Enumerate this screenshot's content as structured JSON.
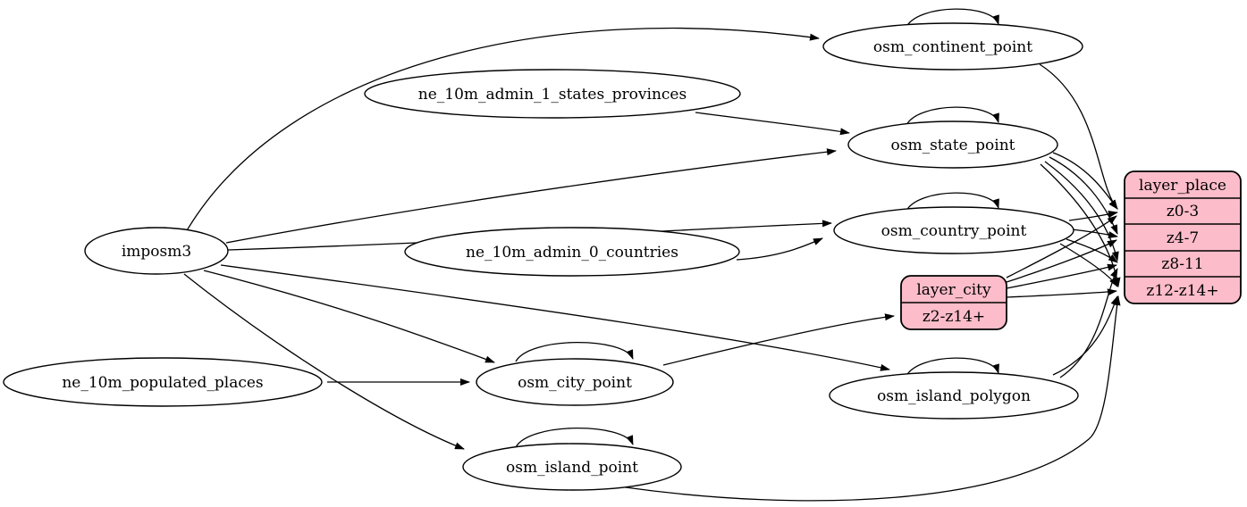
{
  "colors": {
    "background": "#ffffff",
    "node_fill": "#ffffff",
    "record_fill": "#fcbcc9",
    "stroke": "#000000"
  },
  "nodes": {
    "imposm3": {
      "label": "imposm3"
    },
    "ne_10m_admin_1_states_provinces": {
      "label": "ne_10m_admin_1_states_provinces"
    },
    "ne_10m_admin_0_countries": {
      "label": "ne_10m_admin_0_countries"
    },
    "ne_10m_populated_places": {
      "label": "ne_10m_populated_places"
    },
    "osm_continent_point": {
      "label": "osm_continent_point"
    },
    "osm_state_point": {
      "label": "osm_state_point"
    },
    "osm_country_point": {
      "label": "osm_country_point"
    },
    "osm_city_point": {
      "label": "osm_city_point"
    },
    "osm_island_polygon": {
      "label": "osm_island_polygon"
    },
    "osm_island_point": {
      "label": "osm_island_point"
    }
  },
  "records": {
    "layer_city": {
      "title": "layer_city",
      "rows": [
        "z2-z14+"
      ]
    },
    "layer_place": {
      "title": "layer_place",
      "rows": [
        "z0-3",
        "z4-7",
        "z8-11",
        "z12-z14+"
      ]
    }
  },
  "edges": [
    {
      "from": "imposm3",
      "to": "osm_continent_point"
    },
    {
      "from": "imposm3",
      "to": "osm_state_point"
    },
    {
      "from": "imposm3",
      "to": "osm_country_point"
    },
    {
      "from": "imposm3",
      "to": "osm_city_point"
    },
    {
      "from": "imposm3",
      "to": "osm_island_polygon"
    },
    {
      "from": "imposm3",
      "to": "osm_island_point"
    },
    {
      "from": "ne_10m_admin_1_states_provinces",
      "to": "osm_state_point"
    },
    {
      "from": "ne_10m_admin_0_countries",
      "to": "osm_country_point"
    },
    {
      "from": "ne_10m_populated_places",
      "to": "osm_city_point"
    },
    {
      "from": "osm_continent_point",
      "to": "osm_continent_point"
    },
    {
      "from": "osm_state_point",
      "to": "osm_state_point"
    },
    {
      "from": "osm_country_point",
      "to": "osm_country_point"
    },
    {
      "from": "osm_city_point",
      "to": "osm_city_point"
    },
    {
      "from": "osm_island_polygon",
      "to": "osm_island_polygon"
    },
    {
      "from": "osm_island_point",
      "to": "osm_island_point"
    },
    {
      "from": "osm_continent_point",
      "to": "layer_place:z0-3"
    },
    {
      "from": "osm_state_point",
      "to": "layer_place:z0-3"
    },
    {
      "from": "osm_state_point",
      "to": "layer_place:z4-7"
    },
    {
      "from": "osm_state_point",
      "to": "layer_place:z8-11"
    },
    {
      "from": "osm_state_point",
      "to": "layer_place:z12-z14+"
    },
    {
      "from": "osm_country_point",
      "to": "layer_place:z0-3"
    },
    {
      "from": "osm_country_point",
      "to": "layer_place:z4-7"
    },
    {
      "from": "osm_country_point",
      "to": "layer_place:z8-11"
    },
    {
      "from": "osm_country_point",
      "to": "layer_place:z12-z14+"
    },
    {
      "from": "osm_city_point",
      "to": "layer_city:z2-z14+"
    },
    {
      "from": "layer_city:z2-z14+",
      "to": "layer_place:z0-3"
    },
    {
      "from": "layer_city:z2-z14+",
      "to": "layer_place:z4-7"
    },
    {
      "from": "layer_city:z2-z14+",
      "to": "layer_place:z8-11"
    },
    {
      "from": "layer_city:z2-z14+",
      "to": "layer_place:z12-z14+"
    },
    {
      "from": "osm_island_polygon",
      "to": "layer_place:z8-11"
    },
    {
      "from": "osm_island_polygon",
      "to": "layer_place:z12-z14+"
    },
    {
      "from": "osm_island_point",
      "to": "layer_place:z12-z14+"
    }
  ]
}
